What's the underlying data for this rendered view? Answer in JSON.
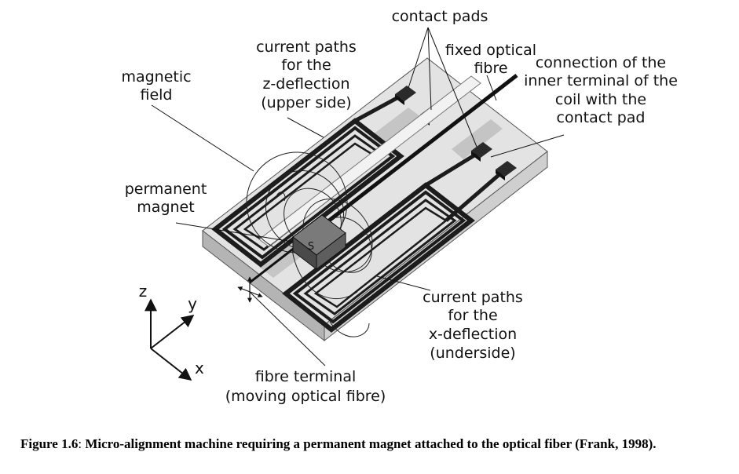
{
  "labels": {
    "contact_pads": "contact pads",
    "fixed_fibre": [
      "fixed optical",
      "fibre"
    ],
    "inner_terminal": [
      "connection of the",
      "inner terminal of the",
      "coil with the",
      "contact pad"
    ],
    "z_paths": [
      "current paths",
      "for the",
      "z-deflection",
      "(upper side)"
    ],
    "magnetic_field": [
      "magnetic",
      "field"
    ],
    "permanent_magnet": [
      "permanent",
      "magnet"
    ],
    "x_paths": [
      "current paths",
      "for the",
      "x-deflection",
      "(underside)"
    ],
    "fibre_terminal": [
      "fibre terminal",
      "(moving optical fibre)"
    ],
    "magnet_pole": "S"
  },
  "axes": {
    "z": "z",
    "y": "y",
    "x": "x"
  },
  "caption": {
    "figure_number": "Figure 1.6",
    "separator": ":",
    "text": " Micro-alignment machine requiring a permanent magnet attached to the optical fiber (Frank, 1998)."
  }
}
